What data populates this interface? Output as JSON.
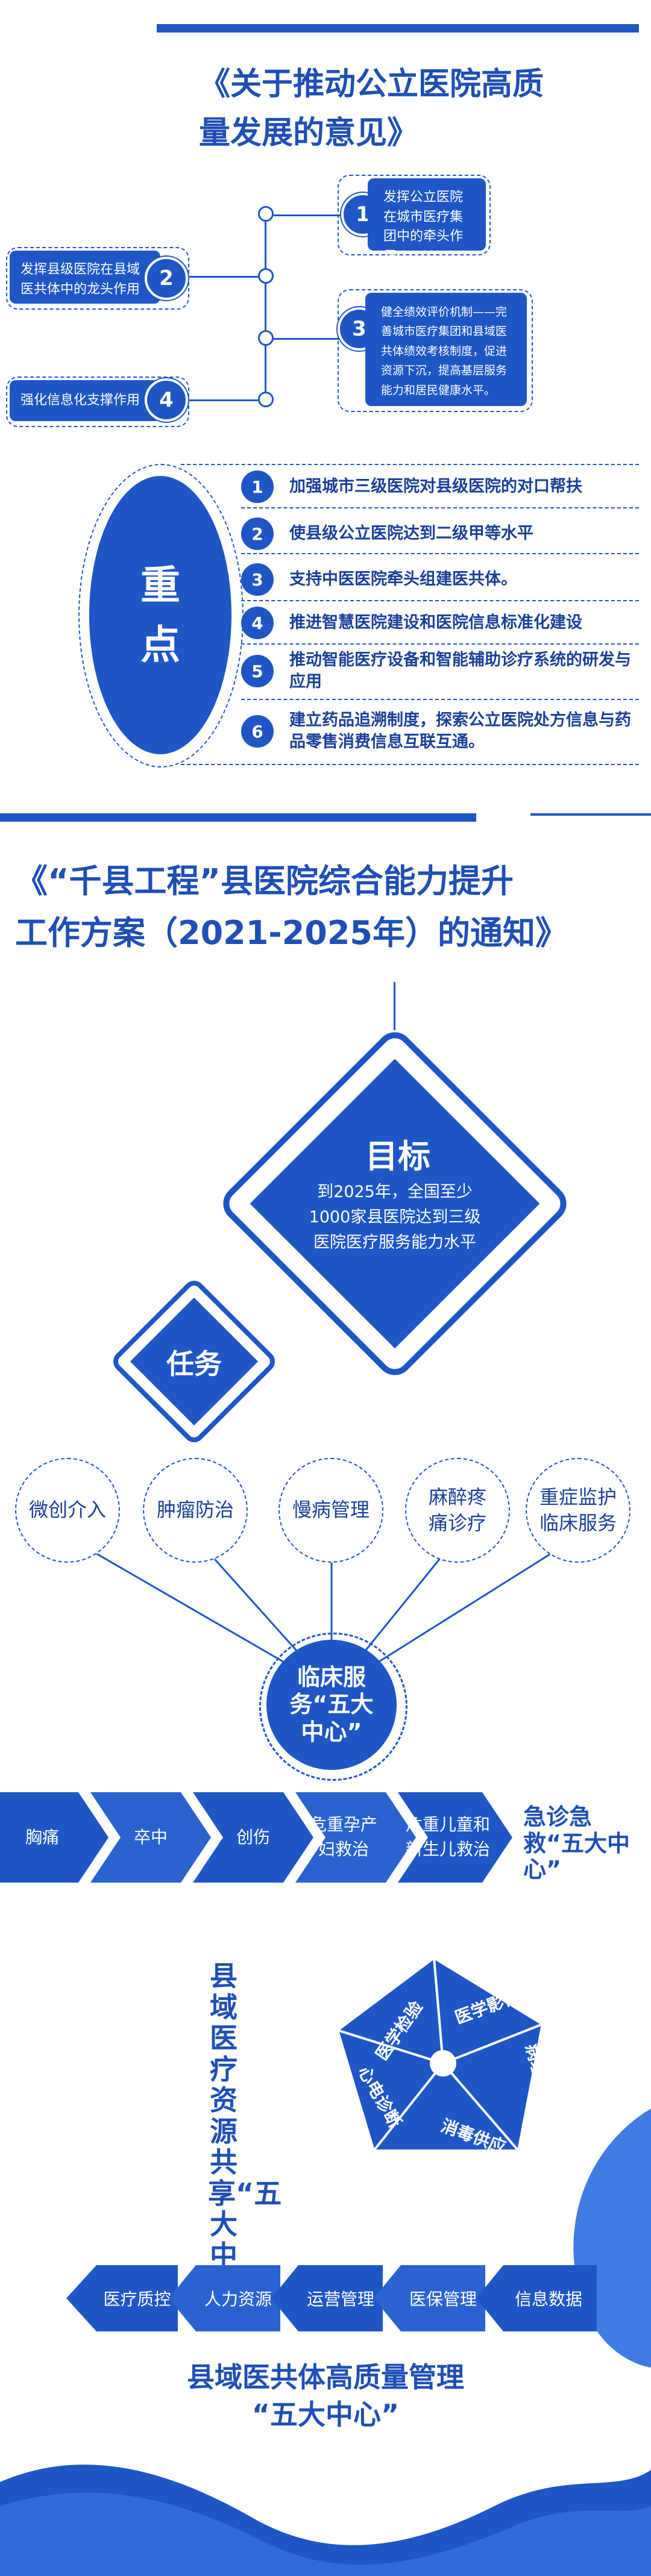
{
  "section1": {
    "title_line1": "《关于推动公立医院高质",
    "title_line2": "量发展的意见》",
    "items": [
      {
        "num": "1",
        "text": "发挥公立医院在城市医疗集团中的牵头作用。"
      },
      {
        "num": "2",
        "text": "发挥县级医院在县域医共体中的龙头作用"
      },
      {
        "num": "3",
        "text": "健全绩效评价机制——完善城市医疗集团和县域医共体绩效考核制度，促进资源下沉，提高基层服务能力和居民健康水平。"
      },
      {
        "num": "4",
        "text": "强化信息化支撑作用"
      }
    ]
  },
  "keypoints": {
    "label": "重点",
    "items": [
      {
        "num": "1",
        "text": "加强城市三级医院对县级医院的对口帮扶"
      },
      {
        "num": "2",
        "text": "使县级公立医院达到二级甲等水平"
      },
      {
        "num": "3",
        "text": "支持中医医院牵头组建医共体。"
      },
      {
        "num": "4",
        "text": "推进智慧医院建设和医院信息标准化建设"
      },
      {
        "num": "5",
        "text": "推动智能医疗设备和智能辅助诊疗系统的研发与应用"
      },
      {
        "num": "6",
        "text": "建立药品追溯制度，探索公立医院处方信息与药品零售消费信息互联互通。"
      }
    ]
  },
  "section2": {
    "title_line1": "《“千县工程”县医院综合能力提升",
    "title_line2": "工作方案（2021-2025年）的通知》",
    "goal": {
      "label": "目标",
      "text": "到2025年，全国至少1000家县医院达到三级医院医疗服务能力水平"
    },
    "task_label": "任务",
    "tasks": [
      "微创介入",
      "肿瘤防治",
      "慢病管理",
      "麻醉疼痛诊疗",
      "重症监护临床服务"
    ],
    "clinical_center": "临床服务“五大中心”",
    "emergency": {
      "items": [
        "胸痛",
        "卒中",
        "创伤",
        "危重孕产妇救治",
        "危重儿童和新生儿救治"
      ],
      "label": "急诊急救“五大中心”"
    },
    "resource": {
      "label": "县域医疗资源共享“五大中心”",
      "segments": [
        "医学影像",
        "病理",
        "消毒供应",
        "心电诊断",
        "医学检验"
      ]
    },
    "management": {
      "items": [
        "医疗质控",
        "人力资源",
        "运营管理",
        "医保管理",
        "信息数据"
      ],
      "label_line1": "县域医共体高质量管理",
      "label_line2": "“五大中心”"
    }
  }
}
